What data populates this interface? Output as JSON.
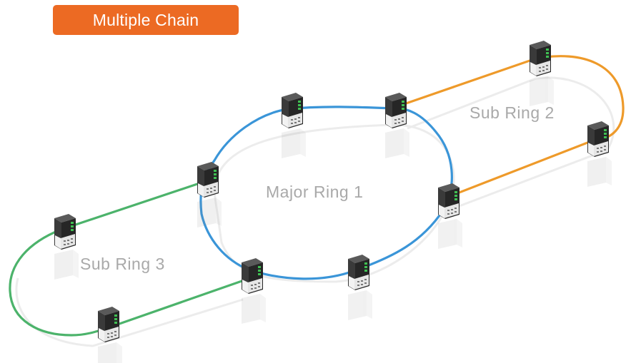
{
  "title": "Multiple Chain",
  "rings": [
    {
      "id": "major",
      "label": "Major Ring 1",
      "color": "#3a95d8"
    },
    {
      "id": "sub2",
      "label": "Sub Ring 2",
      "color": "#ee9a2a"
    },
    {
      "id": "sub3",
      "label": "Sub Ring 3",
      "color": "#4cb36b"
    }
  ],
  "colors": {
    "badge": "#ec6a23",
    "switch_body": "#2b2b2b",
    "switch_led": "#3fbf52",
    "shadow_line": "#ececec"
  },
  "switches": [
    {
      "id": "major-top-left",
      "icon": "network-switch-icon"
    },
    {
      "id": "major-top-right",
      "icon": "network-switch-icon"
    },
    {
      "id": "major-left",
      "icon": "network-switch-icon"
    },
    {
      "id": "major-right",
      "icon": "network-switch-icon"
    },
    {
      "id": "major-bottom-left",
      "icon": "network-switch-icon"
    },
    {
      "id": "major-bottom-right",
      "icon": "network-switch-icon"
    },
    {
      "id": "sub2-top",
      "icon": "network-switch-icon"
    },
    {
      "id": "sub2-right",
      "icon": "network-switch-icon"
    },
    {
      "id": "sub3-left",
      "icon": "network-switch-icon"
    },
    {
      "id": "sub3-bottom",
      "icon": "network-switch-icon"
    }
  ]
}
